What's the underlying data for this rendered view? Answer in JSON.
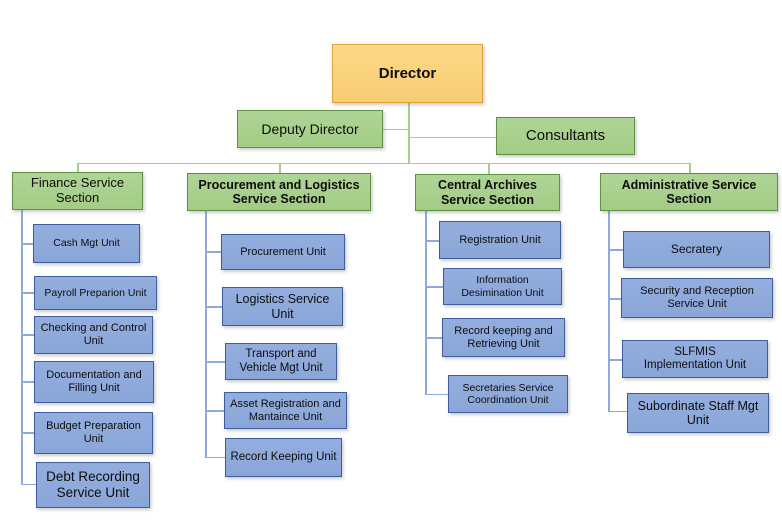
{
  "palette": {
    "background": "#FFFFFF",
    "director_fill": "#FBD581",
    "director_border": "#DFA33C",
    "section_fill": "#A9D18E",
    "section_border": "#5E9141",
    "unit_fill": "#8EAADB",
    "unit_border": "#3D5D9E",
    "green_line": "#A6CE8A",
    "blue_line": "#8EA9DC",
    "text": "#0D0D0D"
  },
  "chart": {
    "root": {
      "label": "Director"
    },
    "staff": [
      {
        "label": "Deputy Director"
      },
      {
        "label": "Consultants"
      }
    ],
    "sections": [
      {
        "label": "Finance Service Section",
        "units": [
          "Cash Mgt Unit",
          "Payroll Preparion Unit",
          "Checking and Control Unit",
          "Documentation and Filling Unit",
          "Budget Preparation Unit",
          "Debt Recording Service Unit"
        ]
      },
      {
        "label": "Procurement and Logistics Service Section",
        "units": [
          "Procurement Unit",
          "Logistics Service Unit",
          "Transport and Vehicle Mgt Unit",
          "Asset Registration and Mantaince Unit",
          "Record Keeping Unit"
        ]
      },
      {
        "label": "Central Archives Service Section",
        "units": [
          "Registration Unit",
          "Information Desimination Unit",
          "Record keeping and Retrieving Unit",
          "Secretaries Service Coordination Unit"
        ]
      },
      {
        "label": "Administrative Service Section",
        "units": [
          "Secratery",
          "Security and Reception Service Unit",
          "SLFMIS Implementation Unit",
          "Subordinate Staff Mgt Unit"
        ]
      }
    ]
  }
}
